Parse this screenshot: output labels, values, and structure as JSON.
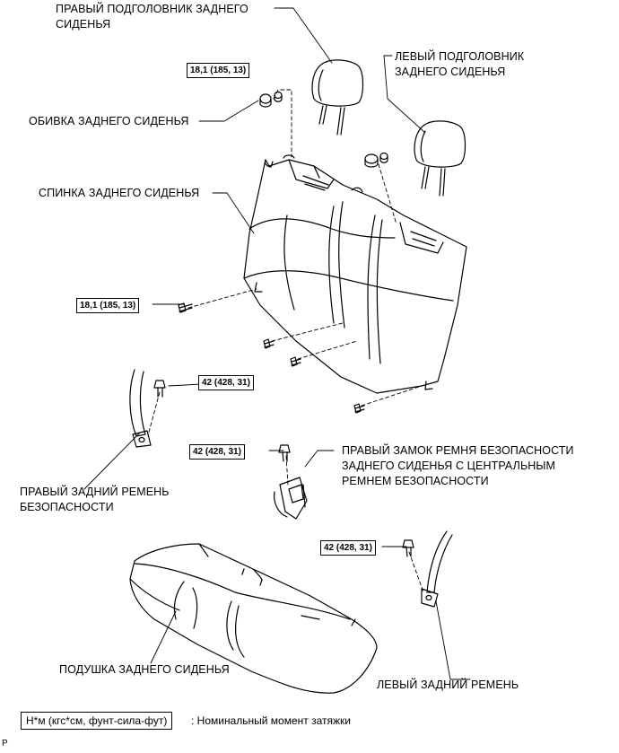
{
  "labels": {
    "right_headrest": [
      "ПРАВЫЙ ПОДГОЛОВНИК ЗАДНЕГО",
      "СИДЕНЬЯ"
    ],
    "left_headrest": [
      "ЛЕВЫЙ ПОДГОЛОВНИК",
      "ЗАДНЕГО СИДЕНЬЯ"
    ],
    "seat_trim": "ОБИВКА ЗАДНЕГО СИДЕНЬЯ",
    "seatback": "СПИНКА ЗАДНЕГО СИДЕНЬЯ",
    "right_buckle": [
      "ПРАВЫЙ ЗАМОК РЕМНЯ БЕЗОПАСНОСТИ",
      "ЗАДНЕГО СИДЕНЬЯ С ЦЕНТРАЛЬНЫМ",
      "РЕМНЕМ БЕЗОПАСНОСТИ"
    ],
    "right_belt": [
      "ПРАВЫЙ ЗАДНИЙ РЕМЕНЬ",
      "БЕЗОПАСНОСТИ"
    ],
    "cushion": "ПОДУШКА ЗАДНЕГО СИДЕНЬЯ",
    "left_belt": "ЛЕВЫЙ ЗАДНИЙ РЕМЕНЬ"
  },
  "torque": {
    "headrest_support": "18,1 (185, 13)",
    "seatback_bolt": "18,1 (185, 13)",
    "right_belt_bolt": "42 (428, 31)",
    "buckle_bolt": "42 (428, 31)",
    "left_belt_bolt": "42 (428, 31)"
  },
  "legend": {
    "box": "Н*м (кгс*см, фунт-сила-фут)",
    "text": ": Номинальный момент затяжки"
  },
  "corner_code": "P",
  "colors": {
    "line": "#000000",
    "background": "#ffffff"
  }
}
